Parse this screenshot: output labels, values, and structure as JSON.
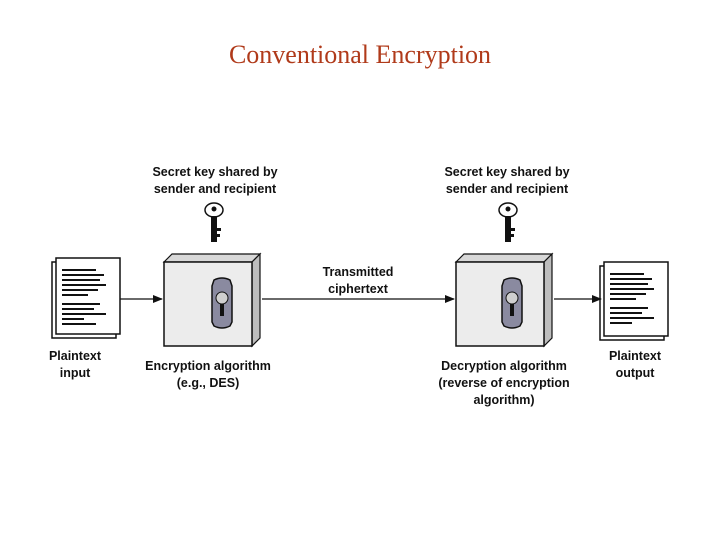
{
  "title": "Conventional Encryption",
  "labels": {
    "key_left": "Secret key shared by\nsender and recipient",
    "key_right": "Secret key shared by\nsender and recipient",
    "transmitted": "Transmitted\nciphertext",
    "plaintext_input": "Plaintext\ninput",
    "encryption": "Encryption algorithm\n(e.g., DES)",
    "decryption": "Decryption algorithm\n(reverse of encryption\nalgorithm)",
    "plaintext_output": "Plaintext\noutput"
  },
  "icons": {
    "key": "key-icon",
    "lock": "lock-icon",
    "document": "document-icon"
  },
  "colors": {
    "title": "#b03a1a",
    "stroke": "#111111",
    "box_fill": "#ececec",
    "lock_fill": "#8a8aa0"
  }
}
